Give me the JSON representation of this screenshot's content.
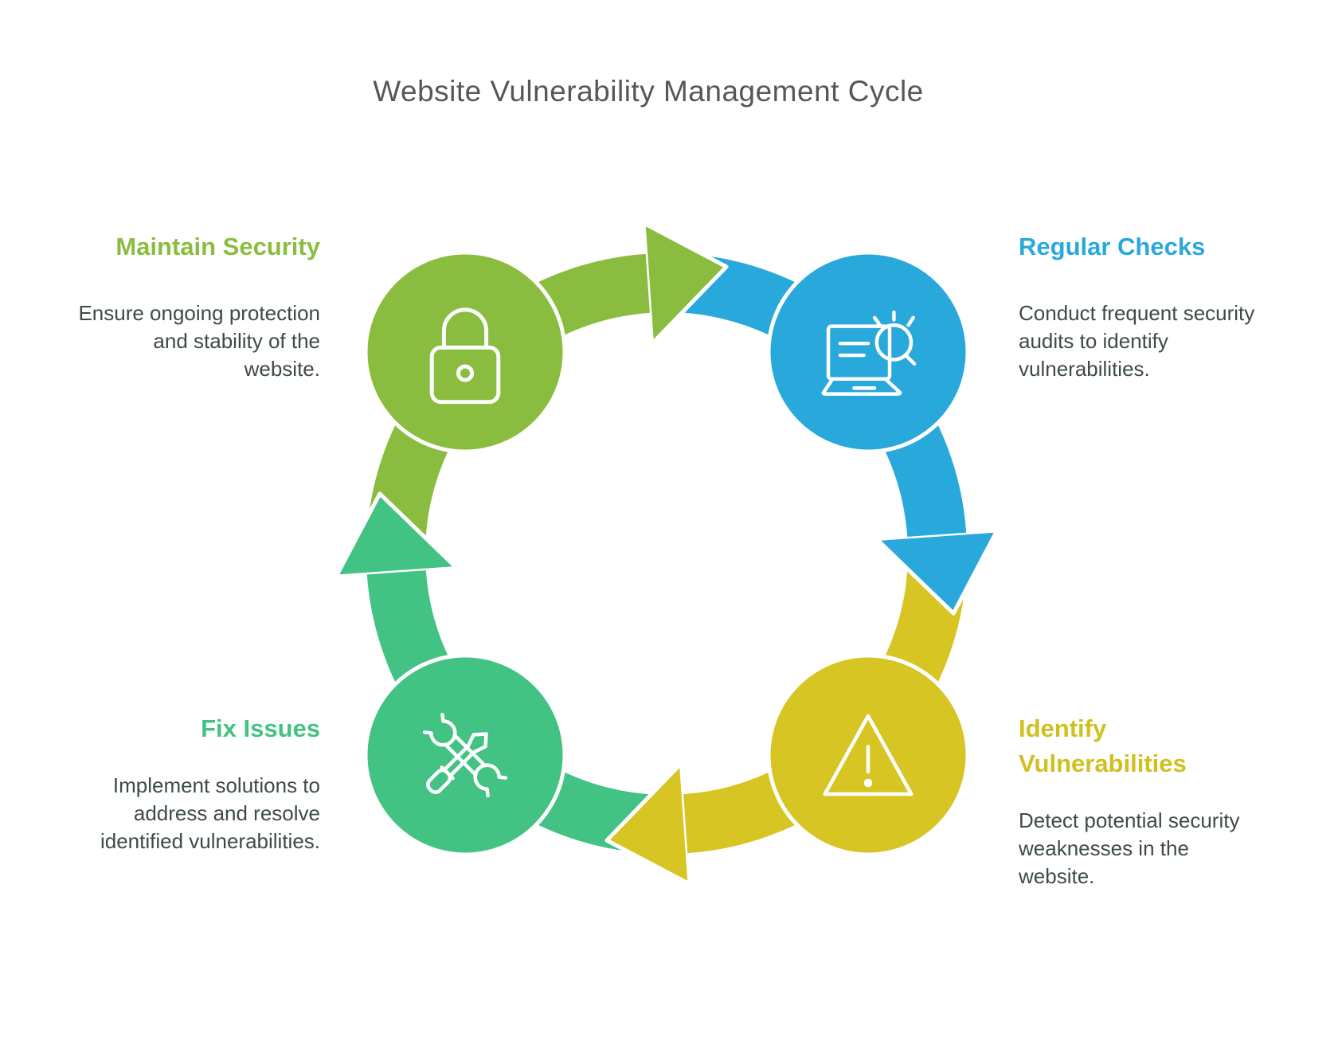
{
  "title": "Website Vulnerability Management Cycle",
  "cycle": {
    "direction": "clockwise",
    "order": [
      "Maintain Security",
      "Regular Checks",
      "Identify Vulnerabilities",
      "Fix Issues"
    ]
  },
  "steps": [
    {
      "id": "maintain-security",
      "heading": "Maintain Security",
      "heading_lines": [
        "Maintain Security"
      ],
      "description": "Ensure ongoing protection and stability of the website.",
      "description_lines": [
        "Ensure ongoing protection",
        "and stability of the",
        "website."
      ],
      "color": "#8ABD3F",
      "icon": "lock-icon",
      "position": "top-left"
    },
    {
      "id": "regular-checks",
      "heading": "Regular Checks",
      "heading_lines": [
        "Regular Checks"
      ],
      "description": "Conduct frequent security audits to identify vulnerabilities.",
      "description_lines": [
        "Conduct frequent security",
        "audits to identify",
        "vulnerabilities."
      ],
      "color": "#29A8DB",
      "icon": "laptop-search-icon",
      "position": "top-right"
    },
    {
      "id": "identify-vulnerabilities",
      "heading": "Identify Vulnerabilities",
      "heading_lines": [
        "Identify",
        "Vulnerabilities"
      ],
      "description": "Detect potential security weaknesses in the website.",
      "description_lines": [
        "Detect potential security",
        "weaknesses in the",
        "website."
      ],
      "color": "#D1BF1F",
      "icon": "warning-triangle-icon",
      "position": "bottom-right"
    },
    {
      "id": "fix-issues",
      "heading": "Fix Issues",
      "heading_lines": [
        "Fix Issues"
      ],
      "description": "Implement solutions to address and resolve identified vulnerabilities.",
      "description_lines": [
        "Implement solutions to",
        "address and resolve",
        "identified vulnerabilities."
      ],
      "color": "#42C283",
      "icon": "wrench-screwdriver-icon",
      "position": "bottom-left"
    }
  ],
  "colors": {
    "background": "#FFFFFF",
    "title_text": "#55585A",
    "body_text": "#3E4B45",
    "green": "#8ABD3F",
    "blue": "#29A8DB",
    "yellow": "#D7C523",
    "yellow_heading": "#D1BF1F",
    "teal": "#42C283"
  }
}
